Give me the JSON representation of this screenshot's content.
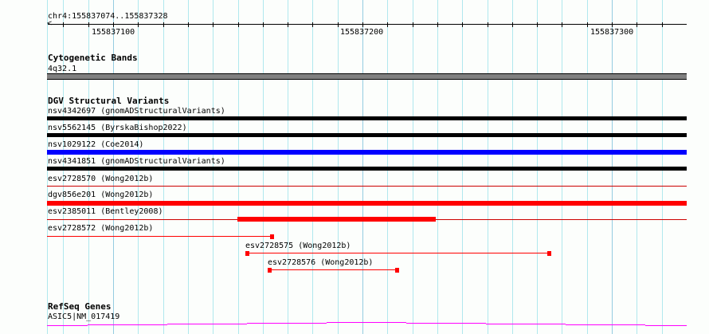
{
  "ruler": {
    "region": "chr4:155837074..155837328",
    "start": 155837074,
    "end": 155837328,
    "labels": [
      "155837100",
      "155837200",
      "155837300"
    ]
  },
  "tracks": {
    "cytogenetic": {
      "title": "Cytogenetic Bands",
      "band": "4q32.1"
    },
    "dgv": {
      "title": "DGV Structural Variants",
      "variants": [
        {
          "label": "nsv4342697 (gnomADStructuralVariants)",
          "color": "#000000"
        },
        {
          "label": "nsv5562145 (ByrskaBishop2022)",
          "color": "#000000"
        },
        {
          "label": "nsv1029122 (Coe2014)",
          "color": "#0000ff"
        },
        {
          "label": "nsv4341851 (gnomADStructuralVariants)",
          "color": "#000000"
        },
        {
          "label": "esv2728570 (Wong2012b)",
          "color": "#cc0000"
        },
        {
          "label": "dgv856e201 (Wong2012b)",
          "color": "#ff0000"
        },
        {
          "label": "esv2385011 (Bentley2008)",
          "color": "#ff0000"
        },
        {
          "label": "esv2728572 (Wong2012b)",
          "color": "#ff0000"
        },
        {
          "label": "esv2728575 (Wong2012b)",
          "color": "#ff0000"
        },
        {
          "label": "esv2728576 (Wong2012b)",
          "color": "#ff0000"
        }
      ]
    },
    "refseq": {
      "title": "RefSeq Genes",
      "gene": "ASIC5|NM_017419",
      "color": "#ff00ff"
    }
  }
}
